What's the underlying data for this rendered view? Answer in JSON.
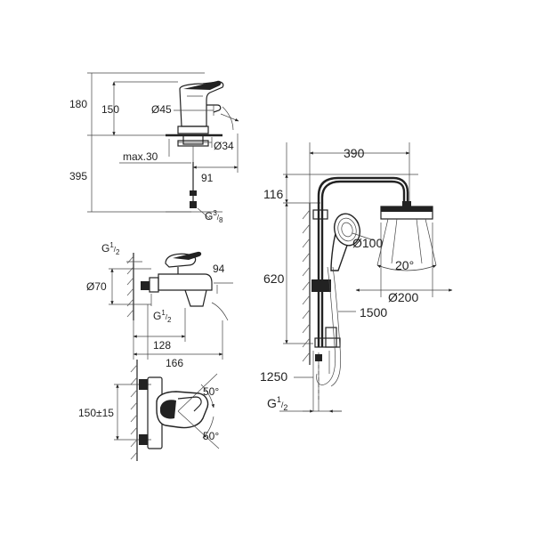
{
  "basin_mixer": {
    "dim_180": "180",
    "dim_150": "150",
    "dim_diam45": "Ø45",
    "dim_diam34": "Ø34",
    "dim_max30": "max.30",
    "dim_395": "395",
    "dim_91": "91",
    "dim_g_prefix": "G",
    "dim_g_sup": "3",
    "dim_g_sub": "8"
  },
  "bath_mixer": {
    "dim_g_prefix": "G",
    "dim_g_sup": "1",
    "dim_g_sub": "2",
    "dim_94": "94",
    "dim_diam70": "Ø70",
    "dim_g2_prefix": "G",
    "dim_g2_sup": "1",
    "dim_g2_sub": "2",
    "dim_128": "128",
    "dim_166": "166"
  },
  "wall_mixer": {
    "dim_50_top": "50°",
    "dim_150_15": "150±15",
    "dim_50_bottom": "50°"
  },
  "shower_system": {
    "dim_390": "390",
    "dim_116": "116",
    "dim_diam100": "Ø100",
    "dim_20deg": "20°",
    "dim_620": "620",
    "dim_diam200": "Ø200",
    "dim_1500": "1500",
    "dim_1250": "1250",
    "dim_g_prefix": "G",
    "dim_g_sup": "1",
    "dim_g_sub": "2"
  }
}
